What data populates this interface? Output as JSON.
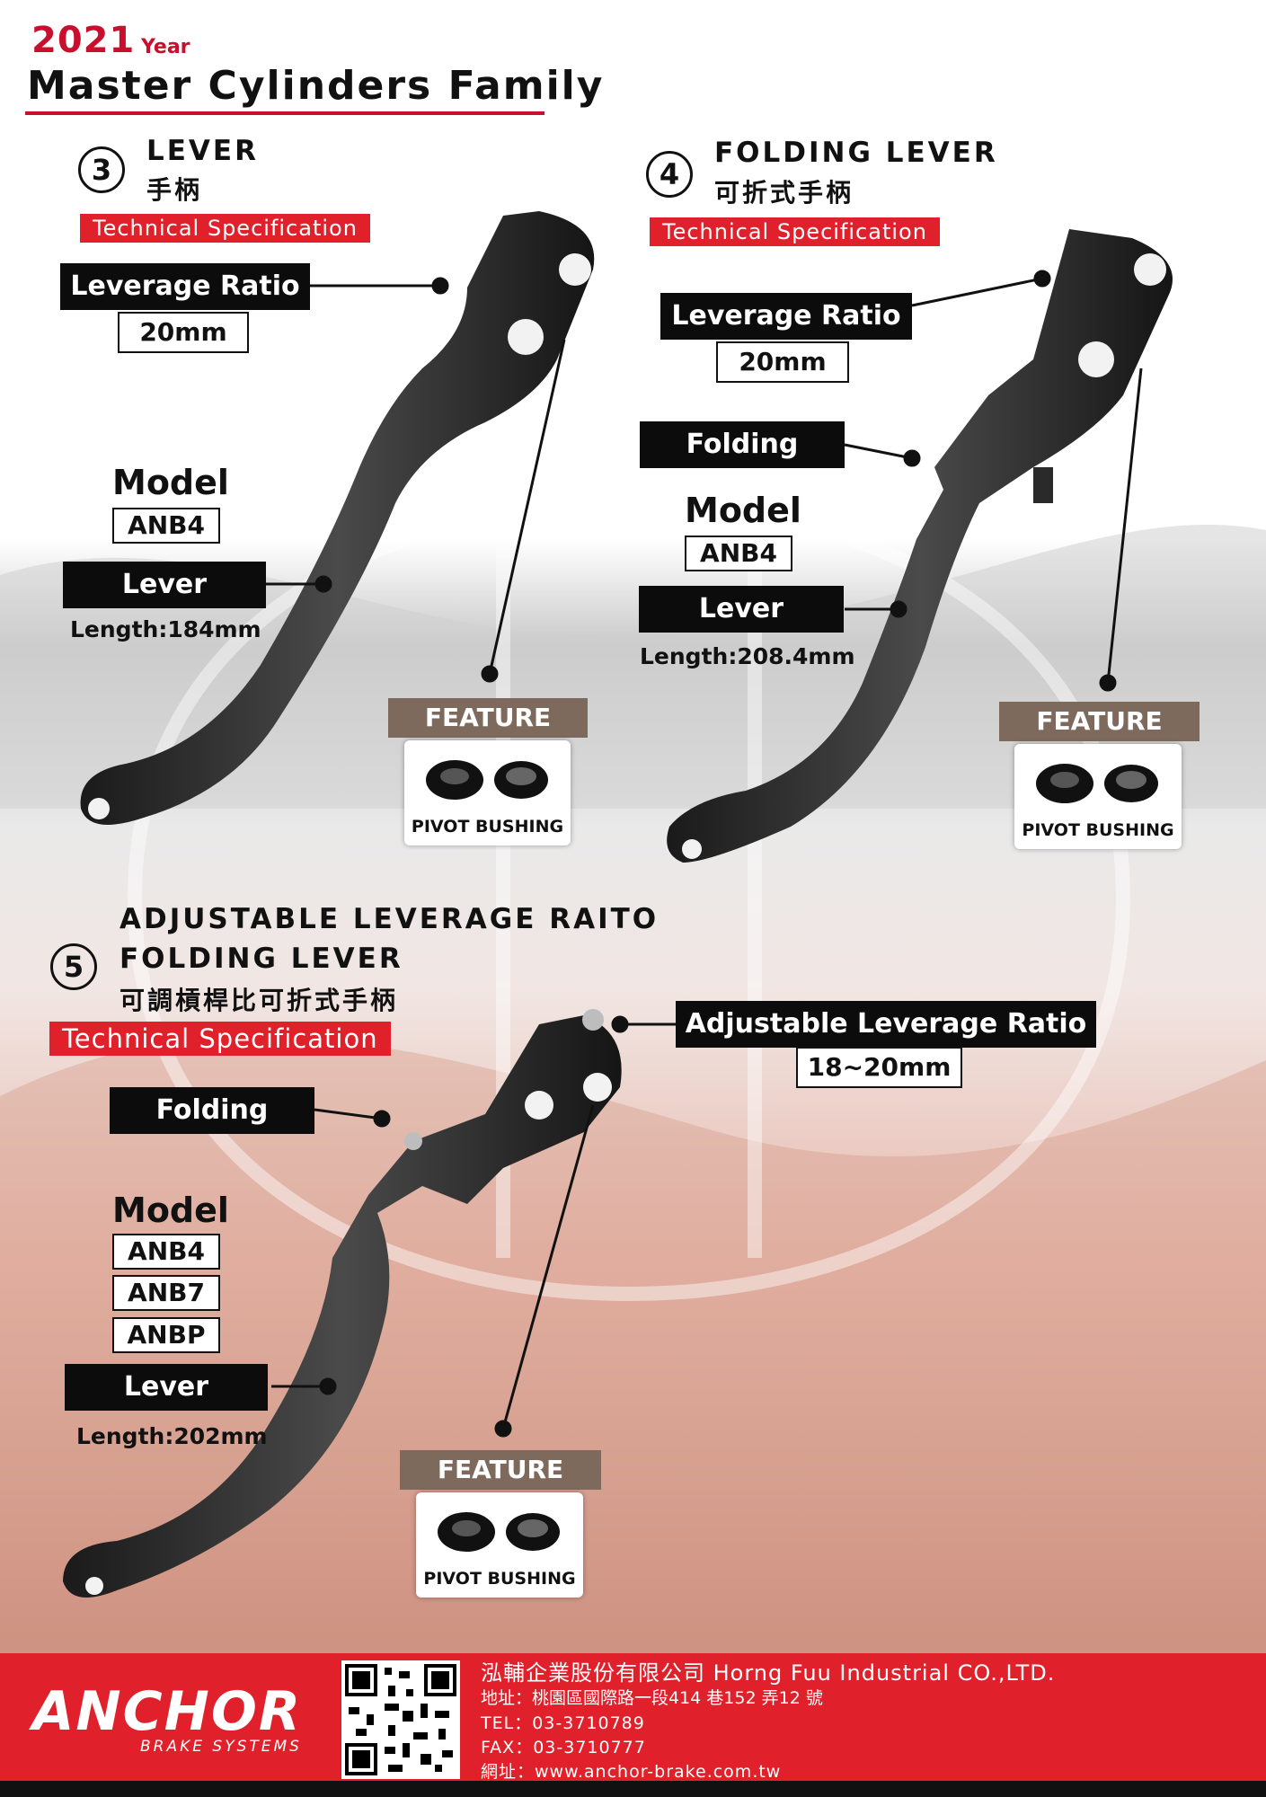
{
  "header": {
    "year": "2021",
    "year_label": "Year",
    "title": "Master Cylinders Family"
  },
  "tech_label": "Technical Specification",
  "section3": {
    "number": "3",
    "title_en": "LEVER",
    "title_zh": "手柄",
    "leverage_label": "Leverage Ratio",
    "leverage_value": "20mm",
    "model_label": "Model",
    "models": [
      "ANB4"
    ],
    "lever_label": "Lever",
    "length": "Length:184mm",
    "feature_label": "FEATURE",
    "feature_text": "PIVOT BUSHING"
  },
  "section4": {
    "number": "4",
    "title_en": "FOLDING LEVER",
    "title_zh": "可折式手柄",
    "leverage_label": "Leverage Ratio",
    "leverage_value": "20mm",
    "folding_label": "Folding",
    "model_label": "Model",
    "models": [
      "ANB4"
    ],
    "lever_label": "Lever",
    "length": "Length:208.4mm",
    "feature_label": "FEATURE",
    "feature_text": "PIVOT BUSHING"
  },
  "section5": {
    "number": "5",
    "title_en_1": "ADJUSTABLE LEVERAGE RAITO",
    "title_en_2": "FOLDING LEVER",
    "title_zh": "可調槓桿比可折式手柄",
    "adj_label": "Adjustable Leverage Ratio",
    "adj_value": "18~20mm",
    "folding_label": "Folding",
    "model_label": "Model",
    "models": [
      "ANB4",
      "ANB7",
      "ANBP"
    ],
    "lever_label": "Lever",
    "length": "Length:202mm",
    "feature_label": "FEATURE",
    "feature_text": "PIVOT BUSHING"
  },
  "footer": {
    "logo_text": "ANCHOR",
    "logo_sub": "BRAKE SYSTEMS",
    "company": "泓輔企業股份有限公司 Horng Fuu Industrial CO.,LTD.",
    "address": "地址：桃園區國際路一段414 巷152 弄12 號",
    "tel": "TEL：03-3710789",
    "fax": "FAX：03-3710777",
    "web": "網址：www.anchor-brake.com.tw"
  },
  "colors": {
    "accent_red": "#e0202a",
    "feature_brown": "#7d6a5d",
    "label_black": "#0c0c0c"
  }
}
